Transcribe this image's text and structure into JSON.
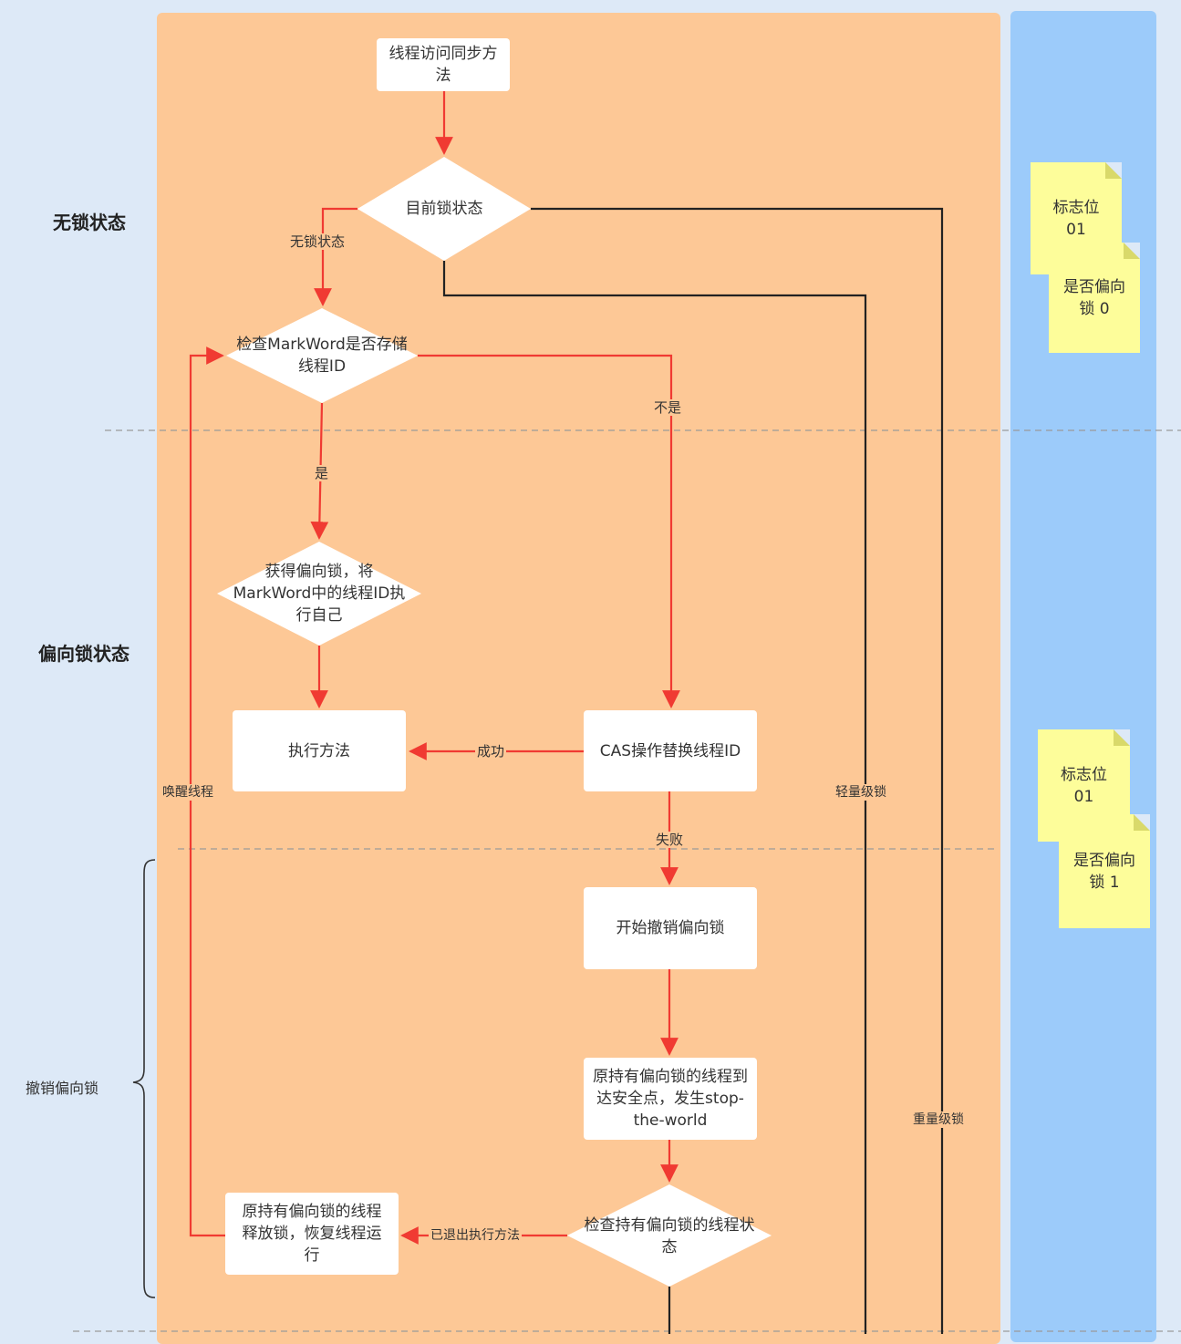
{
  "stages": {
    "no_lock": "无锁状态",
    "biased": "偏向锁状态",
    "revoke": "撤销偏向锁"
  },
  "nodes": {
    "start": "线程访问同步方法",
    "current_state": "目前锁状态",
    "check_markword": "检查MarkWord是否存储线程ID",
    "acquire_biased": "获得偏向锁，将MarkWord中的线程ID执行自己",
    "execute_method": "执行方法",
    "cas_replace": "CAS操作替换线程ID",
    "start_revoke": "开始撤销偏向锁",
    "safepoint": "原持有偏向锁的线程到达安全点，发生stop-the-world",
    "check_holder": "检查持有偏向锁的线程状态",
    "release_lock": "原持有偏向锁的线程释放锁，恢复线程运行"
  },
  "edge_labels": {
    "no_lock": "无锁状态",
    "yes": "是",
    "no": "不是",
    "success": "成功",
    "fail": "失败",
    "wake_thread": "唤醒线程",
    "exited_method": "已退出执行方法",
    "lightweight": "轻量级锁",
    "heavyweight": "重量级锁"
  },
  "notes": {
    "top_flag": "标志位 01",
    "top_biased": "是否偏向锁 0",
    "mid_flag": "标志位 01",
    "mid_biased": "是否偏向锁 1"
  },
  "colors": {
    "flow_arrow": "#f03a32",
    "branch_line": "#222222",
    "main_lane": "#fdc896",
    "side_lane": "#9ccbfa",
    "note": "#fdfd9a"
  }
}
